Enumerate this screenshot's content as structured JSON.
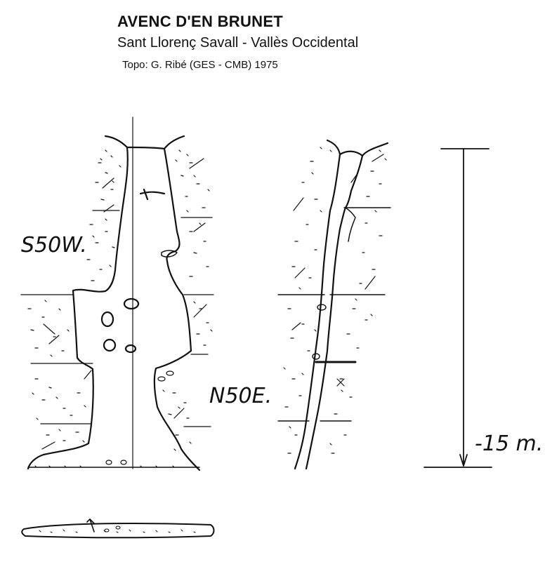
{
  "header": {
    "title": "AVENC D'EN BRUNET",
    "subtitle": "Sant Llorenç Savall - Vallès Occidental",
    "credit": "Topo: G. Ribé (GES - CMB)   1975"
  },
  "section_labels": {
    "left": "S50W.",
    "right": "N50E."
  },
  "scale": {
    "label": "-15 m."
  },
  "colors": {
    "ink": "#111111",
    "paper": "#ffffff"
  }
}
